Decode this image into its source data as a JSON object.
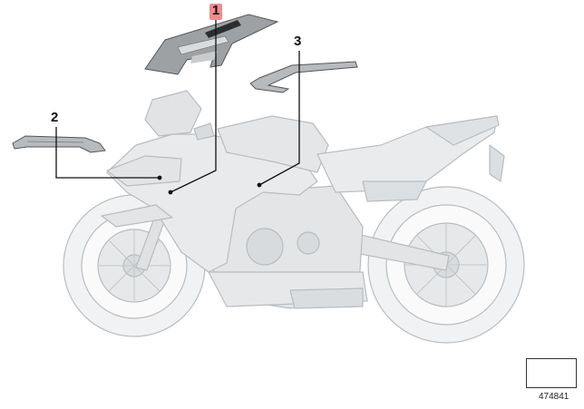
{
  "diagram": {
    "callouts": [
      {
        "id": "1",
        "label": "1"
      },
      {
        "id": "2",
        "label": "2"
      },
      {
        "id": "3",
        "label": "3"
      }
    ],
    "reference_number": "474841",
    "nav_icon": "arrow-left-icon",
    "colors": {
      "highlight": "#f08c8c",
      "line": "#111111",
      "motorcycle": "#cfd2d4",
      "part": "#8a8d90"
    }
  }
}
